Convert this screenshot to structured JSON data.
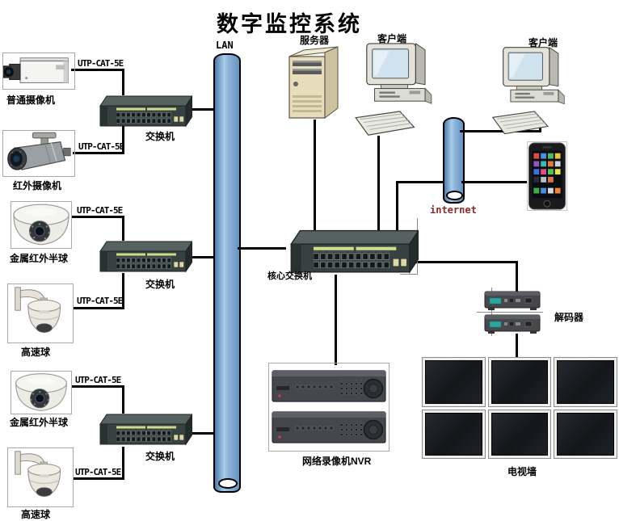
{
  "title": "数字监控系统",
  "lan": {
    "label": "LAN"
  },
  "internet": {
    "label": "internet",
    "label_color": "#8b2a2a"
  },
  "cameras": [
    {
      "label": "普通摄像机",
      "cable": "UTP-CAT-5E"
    },
    {
      "label": "红外摄像机",
      "cable": "UTP-CAT-5E"
    },
    {
      "label": "金属红外半球",
      "cable": "UTP-CAT-5E"
    },
    {
      "label": "高速球",
      "cable": "UTP-CAT-5E"
    },
    {
      "label": "金属红外半球",
      "cable": "UTP-CAT-5E"
    },
    {
      "label": "高速球",
      "cable": "UTP-CAT-5E"
    }
  ],
  "switches": [
    {
      "label": "交换机"
    },
    {
      "label": "交换机"
    },
    {
      "label": "交换机"
    }
  ],
  "core_switch": {
    "label": "核心交换机"
  },
  "server": {
    "label": "服务器"
  },
  "clients": [
    {
      "label": "客户端"
    },
    {
      "label": "客户端"
    }
  ],
  "decoder": {
    "label": "解码器"
  },
  "nvr": {
    "label": "网络录像机NVR"
  },
  "tv_wall": {
    "label": "电视墙",
    "monitor_count": 6
  },
  "colors": {
    "line": "#000000",
    "cylinder": "#7fa8d4"
  }
}
